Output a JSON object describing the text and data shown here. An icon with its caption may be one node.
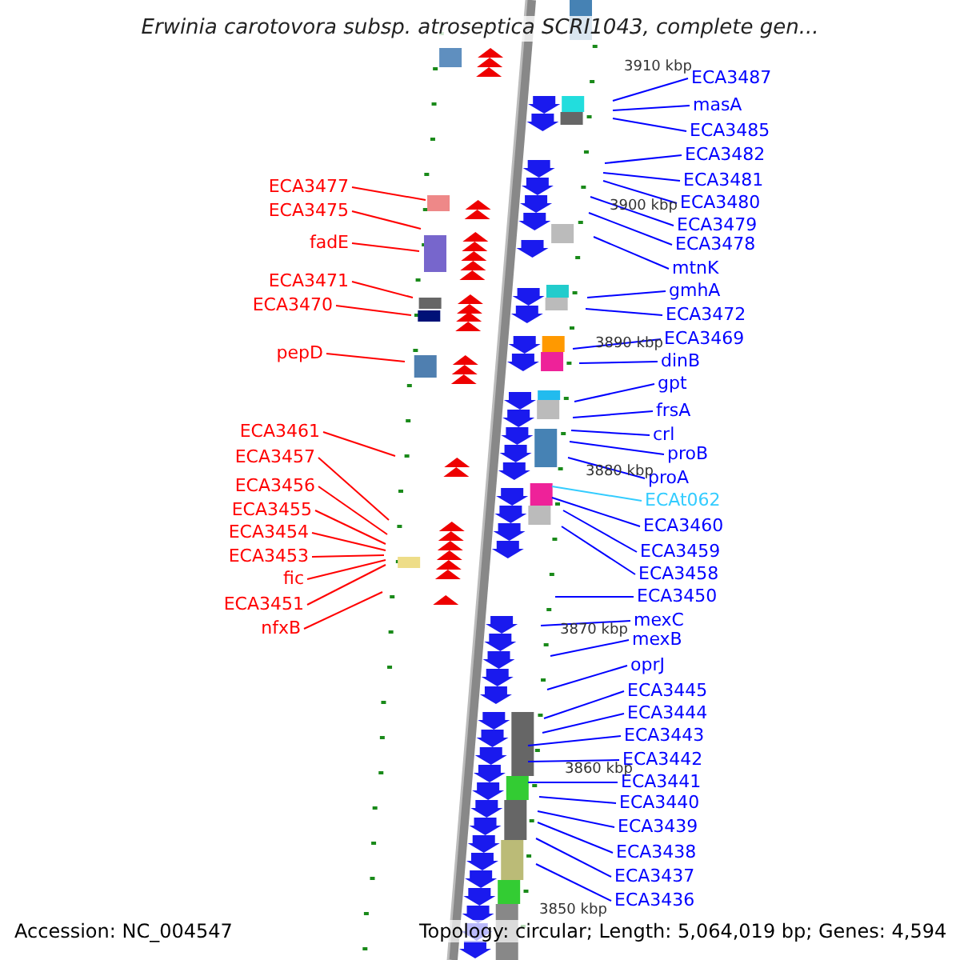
{
  "diagram": {
    "title": "Erwinia carotovora subsp. atroseptica SCRI1043, complete gen...",
    "nodes": [
      {
        "text": [
          "ECA3477"
        ]
      },
      {
        "text": [
          "ECA3475"
        ]
      },
      {
        "text": [
          "fadE"
        ]
      },
      {
        "text": [
          "ECA3471"
        ]
      },
      {
        "text": [
          "ECA3470"
        ]
      },
      {
        "text": [
          "pepD"
        ]
      },
      {
        "text": [
          "ECA3461"
        ]
      },
      {
        "text": [
          "ECA3457"
        ]
      },
      {
        "text": [
          "ECA3456"
        ]
      },
      {
        "text": [
          "ECA3455"
        ]
      },
      {
        "text": [
          "ECA3454"
        ]
      },
      {
        "text": [
          "ECA3453"
        ]
      },
      {
        "text": [
          "fic"
        ]
      },
      {
        "text": [
          "ECA3451"
        ]
      },
      {
        "text": [
          "nfxB"
        ]
      },
      {
        "text": [
          "ECA3487"
        ]
      },
      {
        "text": [
          "masA"
        ]
      },
      {
        "text": [
          "ECA3485"
        ]
      },
      {
        "text": [
          "ECA3482"
        ]
      },
      {
        "text": [
          "ECA3481"
        ]
      },
      {
        "text": [
          "ECA3480"
        ]
      },
      {
        "text": [
          "ECA3479"
        ]
      },
      {
        "text": [
          "ECA3478"
        ]
      },
      {
        "text": [
          "mtnK"
        ]
      },
      {
        "text": [
          "gmhA"
        ]
      },
      {
        "text": [
          "ECA3472"
        ]
      },
      {
        "text": [
          "ECA3469"
        ]
      },
      {
        "text": [
          "dinB"
        ]
      },
      {
        "text": [
          "gpt"
        ]
      },
      {
        "text": [
          "frsA"
        ]
      },
      {
        "text": [
          "crl"
        ]
      },
      {
        "text": [
          "proB"
        ]
      },
      {
        "text": [
          "proA"
        ]
      },
      {
        "text": [
          "ECAt062"
        ]
      },
      {
        "text": [
          "ECA3460"
        ]
      },
      {
        "text": [
          "ECA3459"
        ]
      },
      {
        "text": [
          "ECA3458"
        ]
      },
      {
        "text": [
          "ECA3450"
        ]
      },
      {
        "text": [
          "mexC"
        ]
      },
      {
        "text": [
          "mexB"
        ]
      },
      {
        "text": [
          "oprJ"
        ]
      },
      {
        "text": [
          "ECA3445"
        ]
      },
      {
        "text": [
          "ECA3444"
        ]
      },
      {
        "text": [
          "ECA3443"
        ]
      },
      {
        "text": [
          "ECA3442"
        ]
      },
      {
        "text": [
          "ECA3441"
        ]
      },
      {
        "text": [
          "ECA3440"
        ]
      },
      {
        "text": [
          "ECA3439"
        ]
      },
      {
        "text": [
          "ECA3438"
        ]
      },
      {
        "text": [
          "ECA3437"
        ]
      },
      {
        "text": [
          "ECA3436"
        ]
      }
    ],
    "edges": [
      {
        "from": 0,
        "to": null,
        "arrow": "none",
        "color": "#ff0000"
      },
      {
        "from": 1,
        "to": null,
        "arrow": "none",
        "color": "#ff0000"
      },
      {
        "from": 2,
        "to": null,
        "arrow": "none",
        "color": "#ff0000"
      },
      {
        "from": 3,
        "to": null,
        "arrow": "none",
        "color": "#ff0000"
      },
      {
        "from": 4,
        "to": null,
        "arrow": "none",
        "color": "#ff0000"
      },
      {
        "from": 5,
        "to": null,
        "arrow": "none",
        "color": "#ff0000"
      },
      {
        "from": 6,
        "to": null,
        "arrow": "none",
        "color": "#ff0000"
      },
      {
        "from": 7,
        "to": null,
        "arrow": "none",
        "color": "#ff0000"
      },
      {
        "from": 8,
        "to": null,
        "arrow": "none",
        "color": "#ff0000"
      },
      {
        "from": 9,
        "to": null,
        "arrow": "none",
        "color": "#ff0000"
      },
      {
        "from": 10,
        "to": null,
        "arrow": "none",
        "color": "#ff0000"
      },
      {
        "from": 11,
        "to": null,
        "arrow": "none",
        "color": "#ff0000"
      },
      {
        "from": 12,
        "to": null,
        "arrow": "none",
        "color": "#ff0000"
      },
      {
        "from": 13,
        "to": null,
        "arrow": "none",
        "color": "#ff0000"
      },
      {
        "from": 14,
        "to": null,
        "arrow": "none",
        "color": "#ff0000"
      },
      {
        "from": 15,
        "to": null,
        "arrow": "none"
      },
      {
        "from": 16,
        "to": null,
        "arrow": "none"
      },
      {
        "from": 17,
        "to": null,
        "arrow": "none"
      },
      {
        "from": 18,
        "to": null,
        "arrow": "none"
      },
      {
        "from": 19,
        "to": null,
        "arrow": "none"
      },
      {
        "from": 20,
        "to": null,
        "arrow": "none"
      },
      {
        "from": 21,
        "to": null,
        "arrow": "none"
      },
      {
        "from": 22,
        "to": null,
        "arrow": "none"
      },
      {
        "from": 23,
        "to": null,
        "arrow": "none"
      },
      {
        "from": 24,
        "to": null,
        "arrow": "none"
      },
      {
        "from": 25,
        "to": null,
        "arrow": "none"
      },
      {
        "from": 26,
        "to": null,
        "arrow": "none"
      },
      {
        "from": 27,
        "to": null,
        "arrow": "none"
      },
      {
        "from": 28,
        "to": null,
        "arrow": "none"
      },
      {
        "from": 29,
        "to": null,
        "arrow": "none"
      },
      {
        "from": 30,
        "to": null,
        "arrow": "none"
      },
      {
        "from": 31,
        "to": null,
        "arrow": "none"
      },
      {
        "from": 32,
        "to": null,
        "arrow": "none"
      },
      {
        "from": 33,
        "to": null,
        "arrow": "none",
        "color": "#33ccff"
      },
      {
        "from": 34,
        "to": null,
        "arrow": "none"
      },
      {
        "from": 35,
        "to": null,
        "arrow": "none"
      },
      {
        "from": 36,
        "to": null,
        "arrow": "none"
      },
      {
        "from": 37,
        "to": null,
        "arrow": "none"
      },
      {
        "from": 38,
        "to": null,
        "arrow": "none"
      },
      {
        "from": 39,
        "to": null,
        "arrow": "none"
      },
      {
        "from": 40,
        "to": null,
        "arrow": "none"
      },
      {
        "from": 41,
        "to": null,
        "arrow": "none"
      },
      {
        "from": 42,
        "to": null,
        "arrow": "none"
      },
      {
        "from": 43,
        "to": null,
        "arrow": "none"
      },
      {
        "from": 44,
        "to": null,
        "arrow": "none"
      },
      {
        "from": 45,
        "to": null,
        "arrow": "none"
      },
      {
        "from": 46,
        "to": null,
        "arrow": "none"
      },
      {
        "from": 47,
        "to": null,
        "arrow": "none"
      },
      {
        "from": 48,
        "to": null,
        "arrow": "none"
      },
      {
        "from": 49,
        "to": null,
        "arrow": "none"
      },
      {
        "from": 50,
        "to": null,
        "arrow": "none"
      }
    ],
    "labels": [
      "3910 kbp",
      "3900 kbp",
      "3890 kbp",
      "3880 kbp",
      "3870 kbp",
      "3860 kbp",
      "3850 kbp",
      "Accession: NC_004547",
      "Topology: circular; Length: 5,064,019 bp; Genes: 4,594"
    ]
  }
}
